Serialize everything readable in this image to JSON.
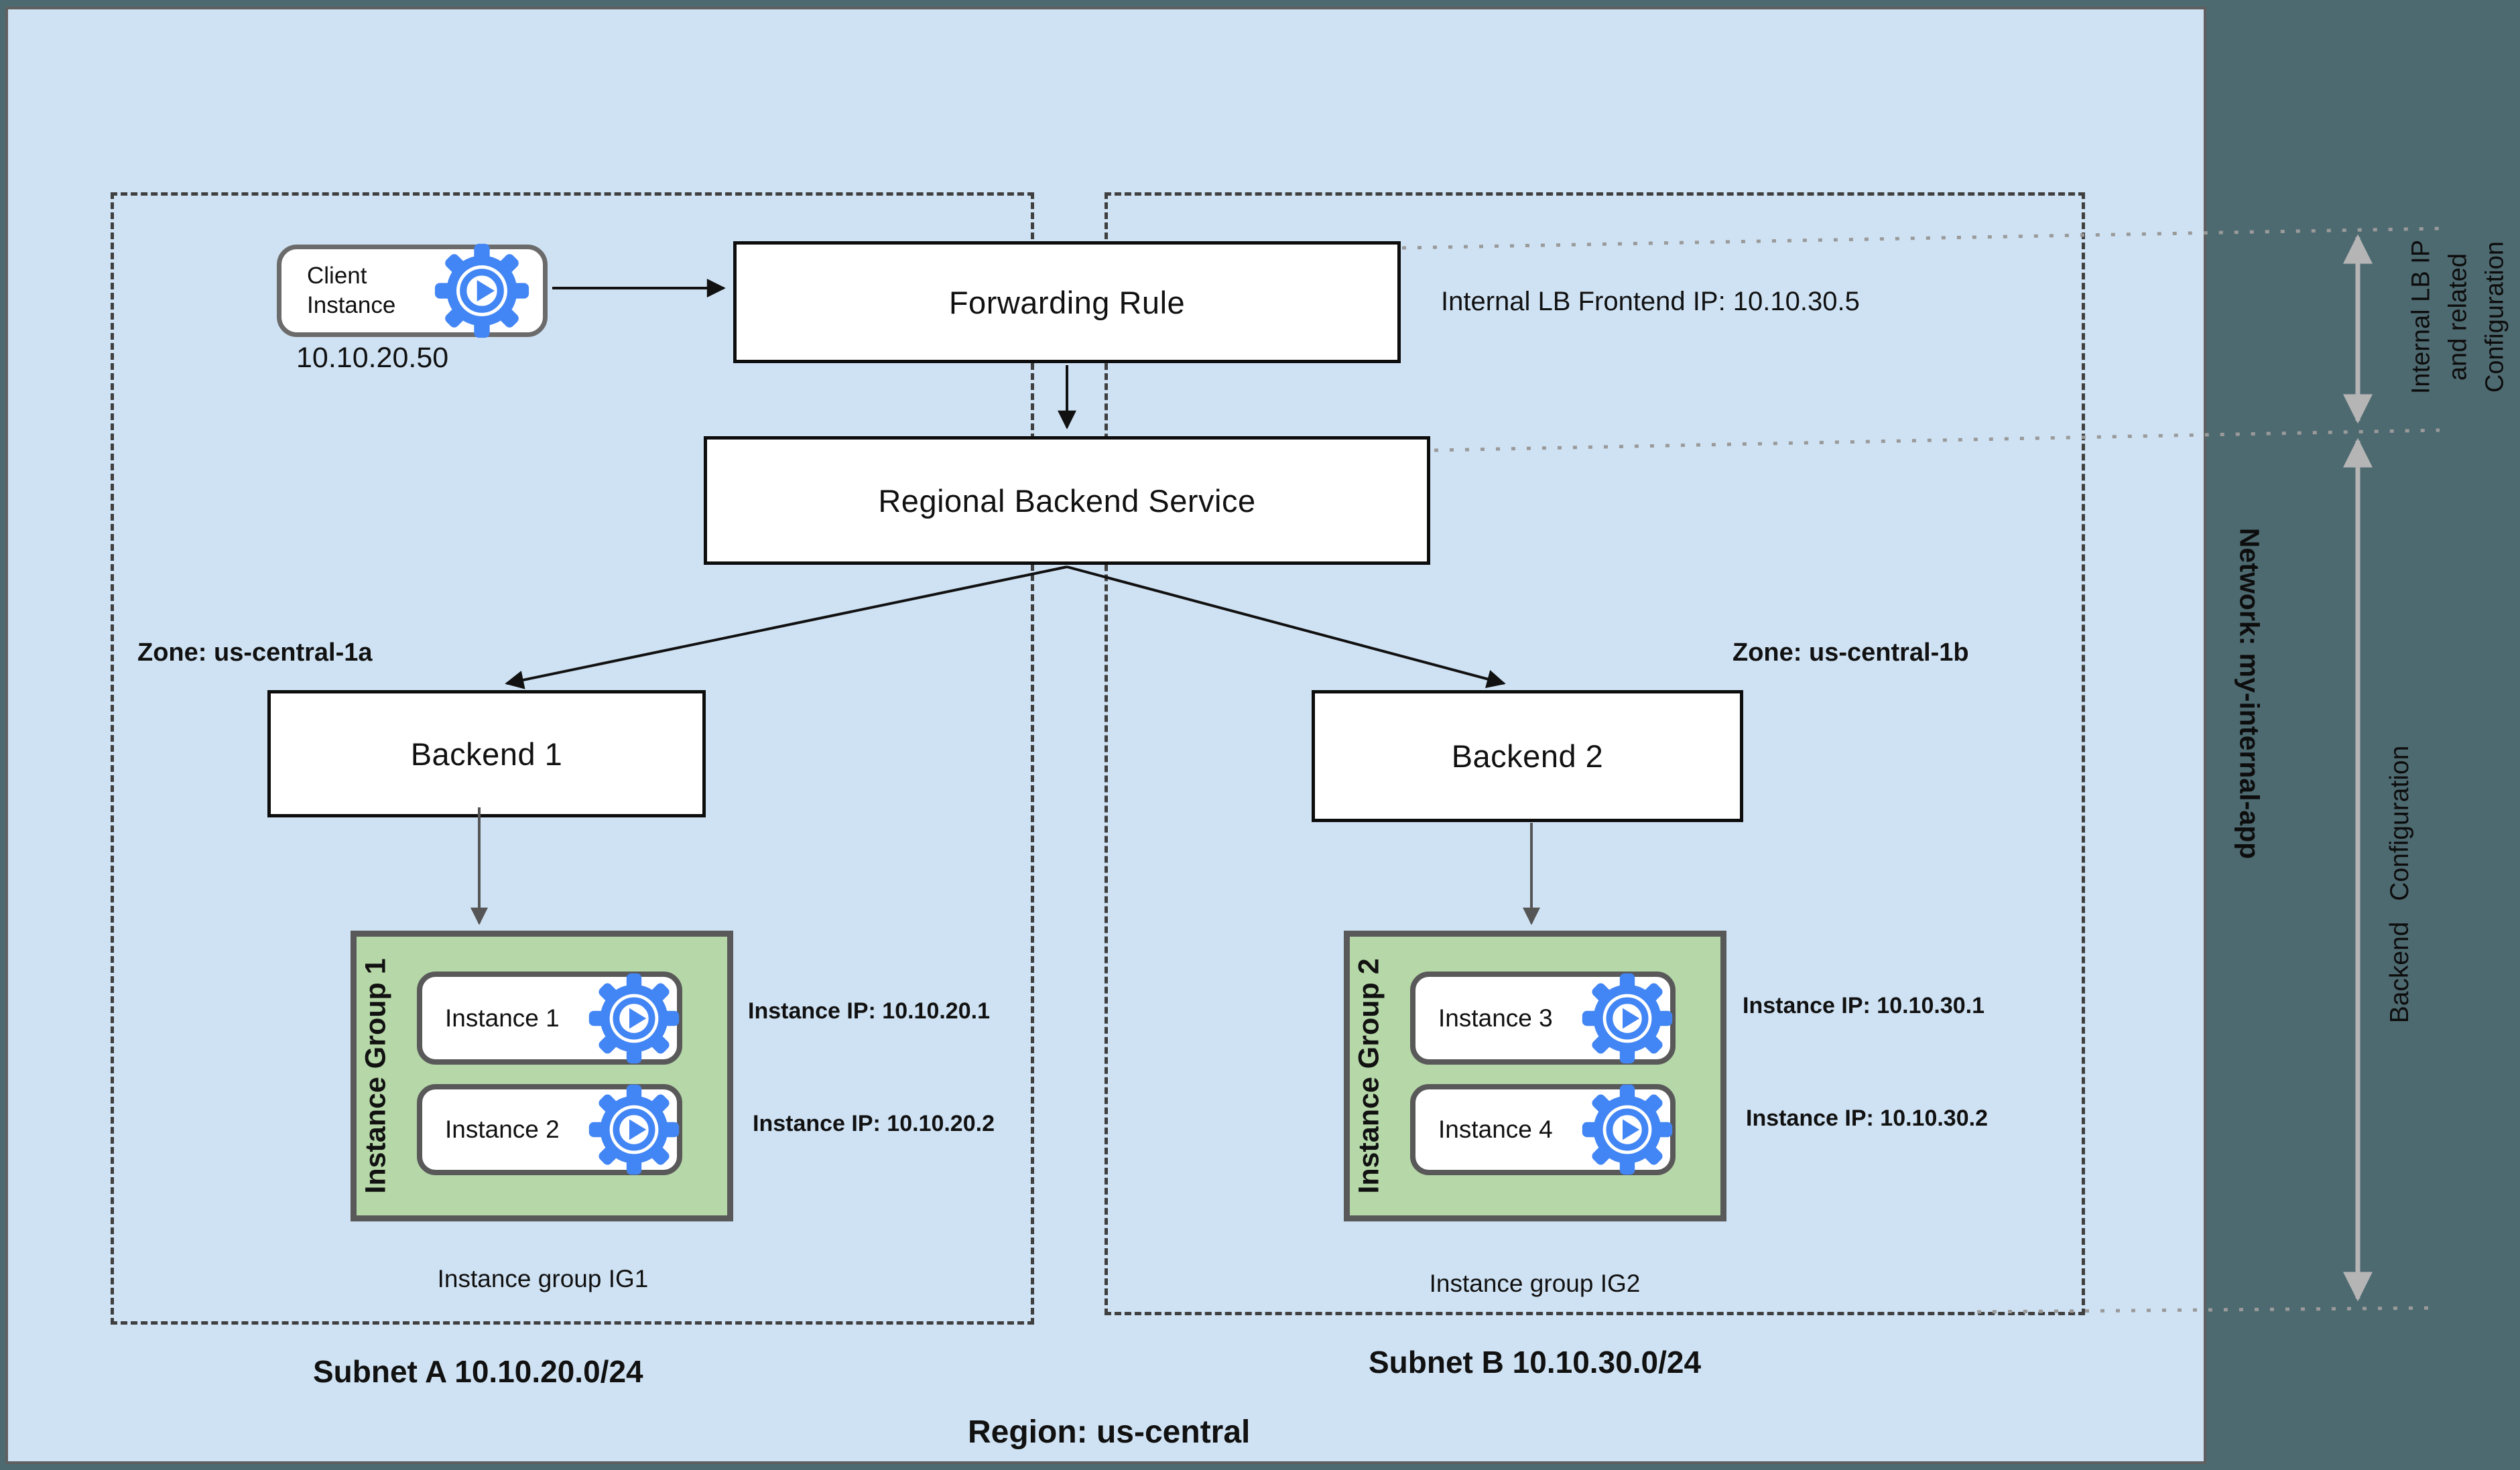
{
  "client": {
    "label": "Client Instance",
    "ip": "10.10.20.50"
  },
  "forwarding_rule": {
    "label": "Forwarding Rule",
    "annotation": "Internal LB Frontend IP: 10.10.30.5"
  },
  "backend_service": {
    "label": "Regional Backend Service"
  },
  "zones": [
    {
      "label": "Zone: us-central-1a"
    },
    {
      "label": "Zone: us-central-1b"
    }
  ],
  "backends": [
    {
      "label": "Backend 1"
    },
    {
      "label": "Backend 2"
    }
  ],
  "groups": [
    {
      "label": "Instance Group 1",
      "caption": "Instance group IG1",
      "instances": [
        {
          "label": "Instance 1",
          "ip": "Instance IP: 10.10.20.1"
        },
        {
          "label": "Instance 2",
          "ip": "Instance IP: 10.10.20.2"
        }
      ]
    },
    {
      "label": "Instance Group 2",
      "caption": "Instance group IG2",
      "instances": [
        {
          "label": "Instance 3",
          "ip": "Instance IP: 10.10.30.1"
        },
        {
          "label": "Instance 4",
          "ip": "Instance IP: 10.10.30.2"
        }
      ]
    }
  ],
  "subnets": [
    {
      "label": "Subnet A 10.10.20.0/24"
    },
    {
      "label": "Subnet B 10.10.30.0/24"
    }
  ],
  "region": {
    "label": "Region: us-central"
  },
  "sidebar": {
    "internal_lb_lines": [
      "Internal LB IP",
      "and related",
      "Configuration"
    ],
    "network": "Network: my-internal-app",
    "backend_config": "Backend Configuration"
  },
  "icons": {
    "vm": "vm-gear-icon"
  },
  "colors": {
    "region_bg": "#cfe2f3",
    "panel_bg": "#4e6a71",
    "group_green": "#b6d7a8",
    "vm_blue": "#4285f4",
    "border_gray": "#595959"
  }
}
